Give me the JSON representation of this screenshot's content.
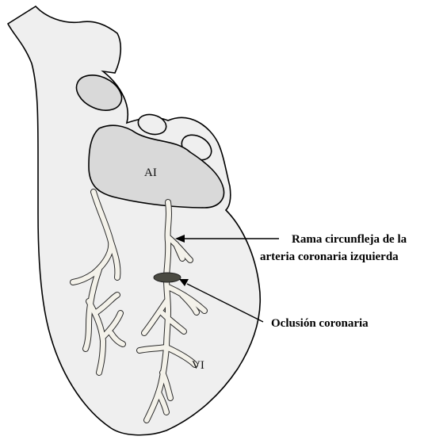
{
  "labels": {
    "left_atrium": "AI",
    "left_ventricle": "VI",
    "circumflex_line1": "Rama circunfleja de la",
    "circumflex_line2": "arteria coronaria izquierda",
    "occlusion": "Oclusión coronaria"
  },
  "colors": {
    "heart_fill": "#efefef",
    "atrium_fill": "#d9d9d9",
    "outline": "#000000",
    "vessel_fill": "#f4f2ea",
    "occlusion_fill": "#4a4a42"
  }
}
